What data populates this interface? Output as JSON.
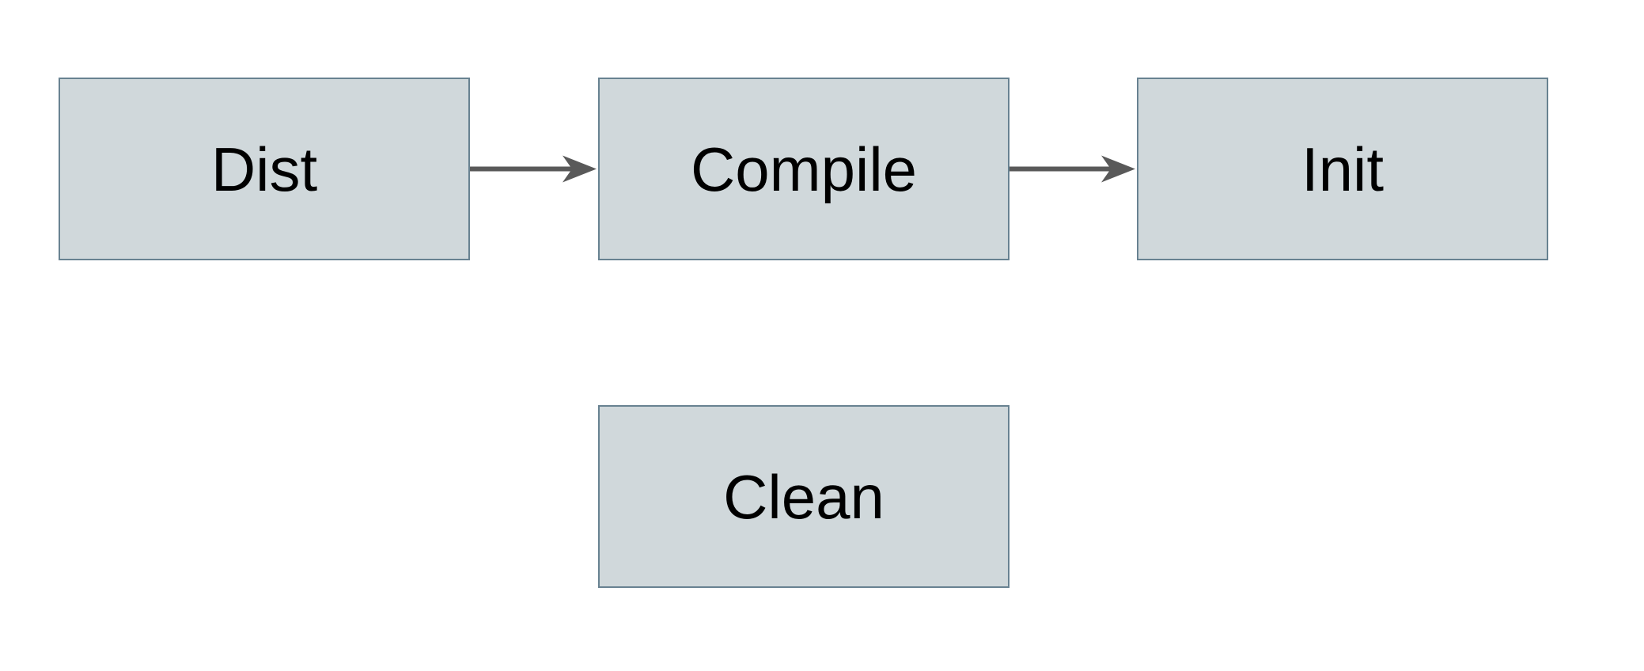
{
  "diagram": {
    "background_color": "#ffffff",
    "nodes": [
      {
        "id": "dist",
        "label": "Dist"
      },
      {
        "id": "compile",
        "label": "Compile"
      },
      {
        "id": "init",
        "label": "Init"
      },
      {
        "id": "clean",
        "label": "Clean"
      }
    ],
    "edges": [
      {
        "from": "Dist",
        "to": "Compile",
        "direction": "right"
      },
      {
        "from": "Compile",
        "to": "Init",
        "direction": "right"
      }
    ],
    "colors": {
      "node_fill": "#d0d8db",
      "node_border": "#688291",
      "arrow": "#595959",
      "label_text": "#000000"
    }
  }
}
